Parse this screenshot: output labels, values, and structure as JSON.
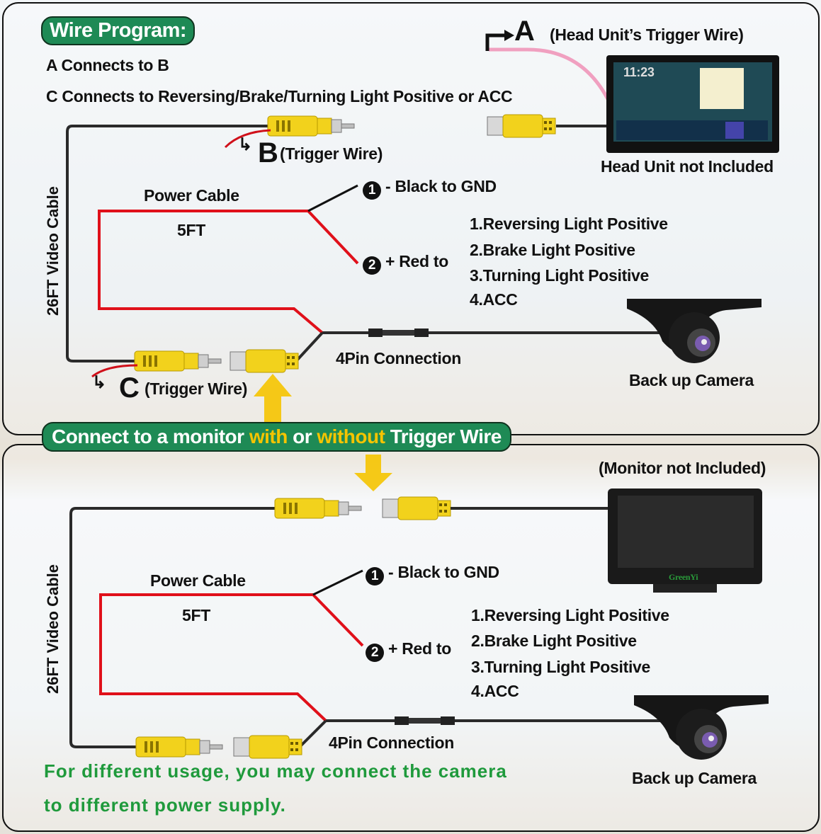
{
  "header": {
    "badge": "Wire Program:",
    "line1": "A Connects to B",
    "line2": "C Connects to Reversing/Brake/Turning Light Positive or ACC"
  },
  "top": {
    "a_letter": "A",
    "a_label": "(Head Unit’s Trigger Wire)",
    "b_letter": "B",
    "b_label": "(Trigger Wire)",
    "c_letter": "C",
    "c_label": "(Trigger Wire)",
    "head_unit_note": "Head Unit not Included",
    "head_unit_time": "11:23",
    "video_cable": "26FT Video Cable",
    "power_cable": "Power Cable",
    "length": "5FT",
    "black_num": "1",
    "black_label": "- Black to GND",
    "red_num": "2",
    "red_label": "+ Red to",
    "options": [
      "1.Reversing Light Positive",
      "2.Brake Light Positive",
      "3.Turning Light Positive",
      "4.ACC"
    ],
    "pin_label": "4Pin Connection",
    "camera_label": "Back up Camera"
  },
  "banner": {
    "part1": "Connect to a monitor ",
    "with": "with",
    "part2": " or ",
    "without": "without",
    "part3": " Trigger Wire"
  },
  "bottom": {
    "monitor_note": "(Monitor not Included)",
    "monitor_brand": "GreenYi",
    "video_cable": "26FT Video Cable",
    "power_cable": "Power Cable",
    "length": "5FT",
    "black_num": "1",
    "black_label": "- Black to GND",
    "red_num": "2",
    "red_label": "+ Red to",
    "options": [
      "1.Reversing Light Positive",
      "2.Brake Light Positive",
      "3.Turning Light Positive",
      "4.ACC"
    ],
    "pin_label": "4Pin Connection",
    "camera_label": "Back up Camera",
    "note_line1": "For different usage, you may connect the camera",
    "note_line2": "to different power supply."
  },
  "colors": {
    "banner_green": "#1e8a55",
    "highlight_yellow": "#f5c400",
    "note_green": "#1f9a3c",
    "power_red": "#e0101a",
    "connector_yellow": "#f2d21c",
    "trigger_pink": "#f0a0c0"
  }
}
